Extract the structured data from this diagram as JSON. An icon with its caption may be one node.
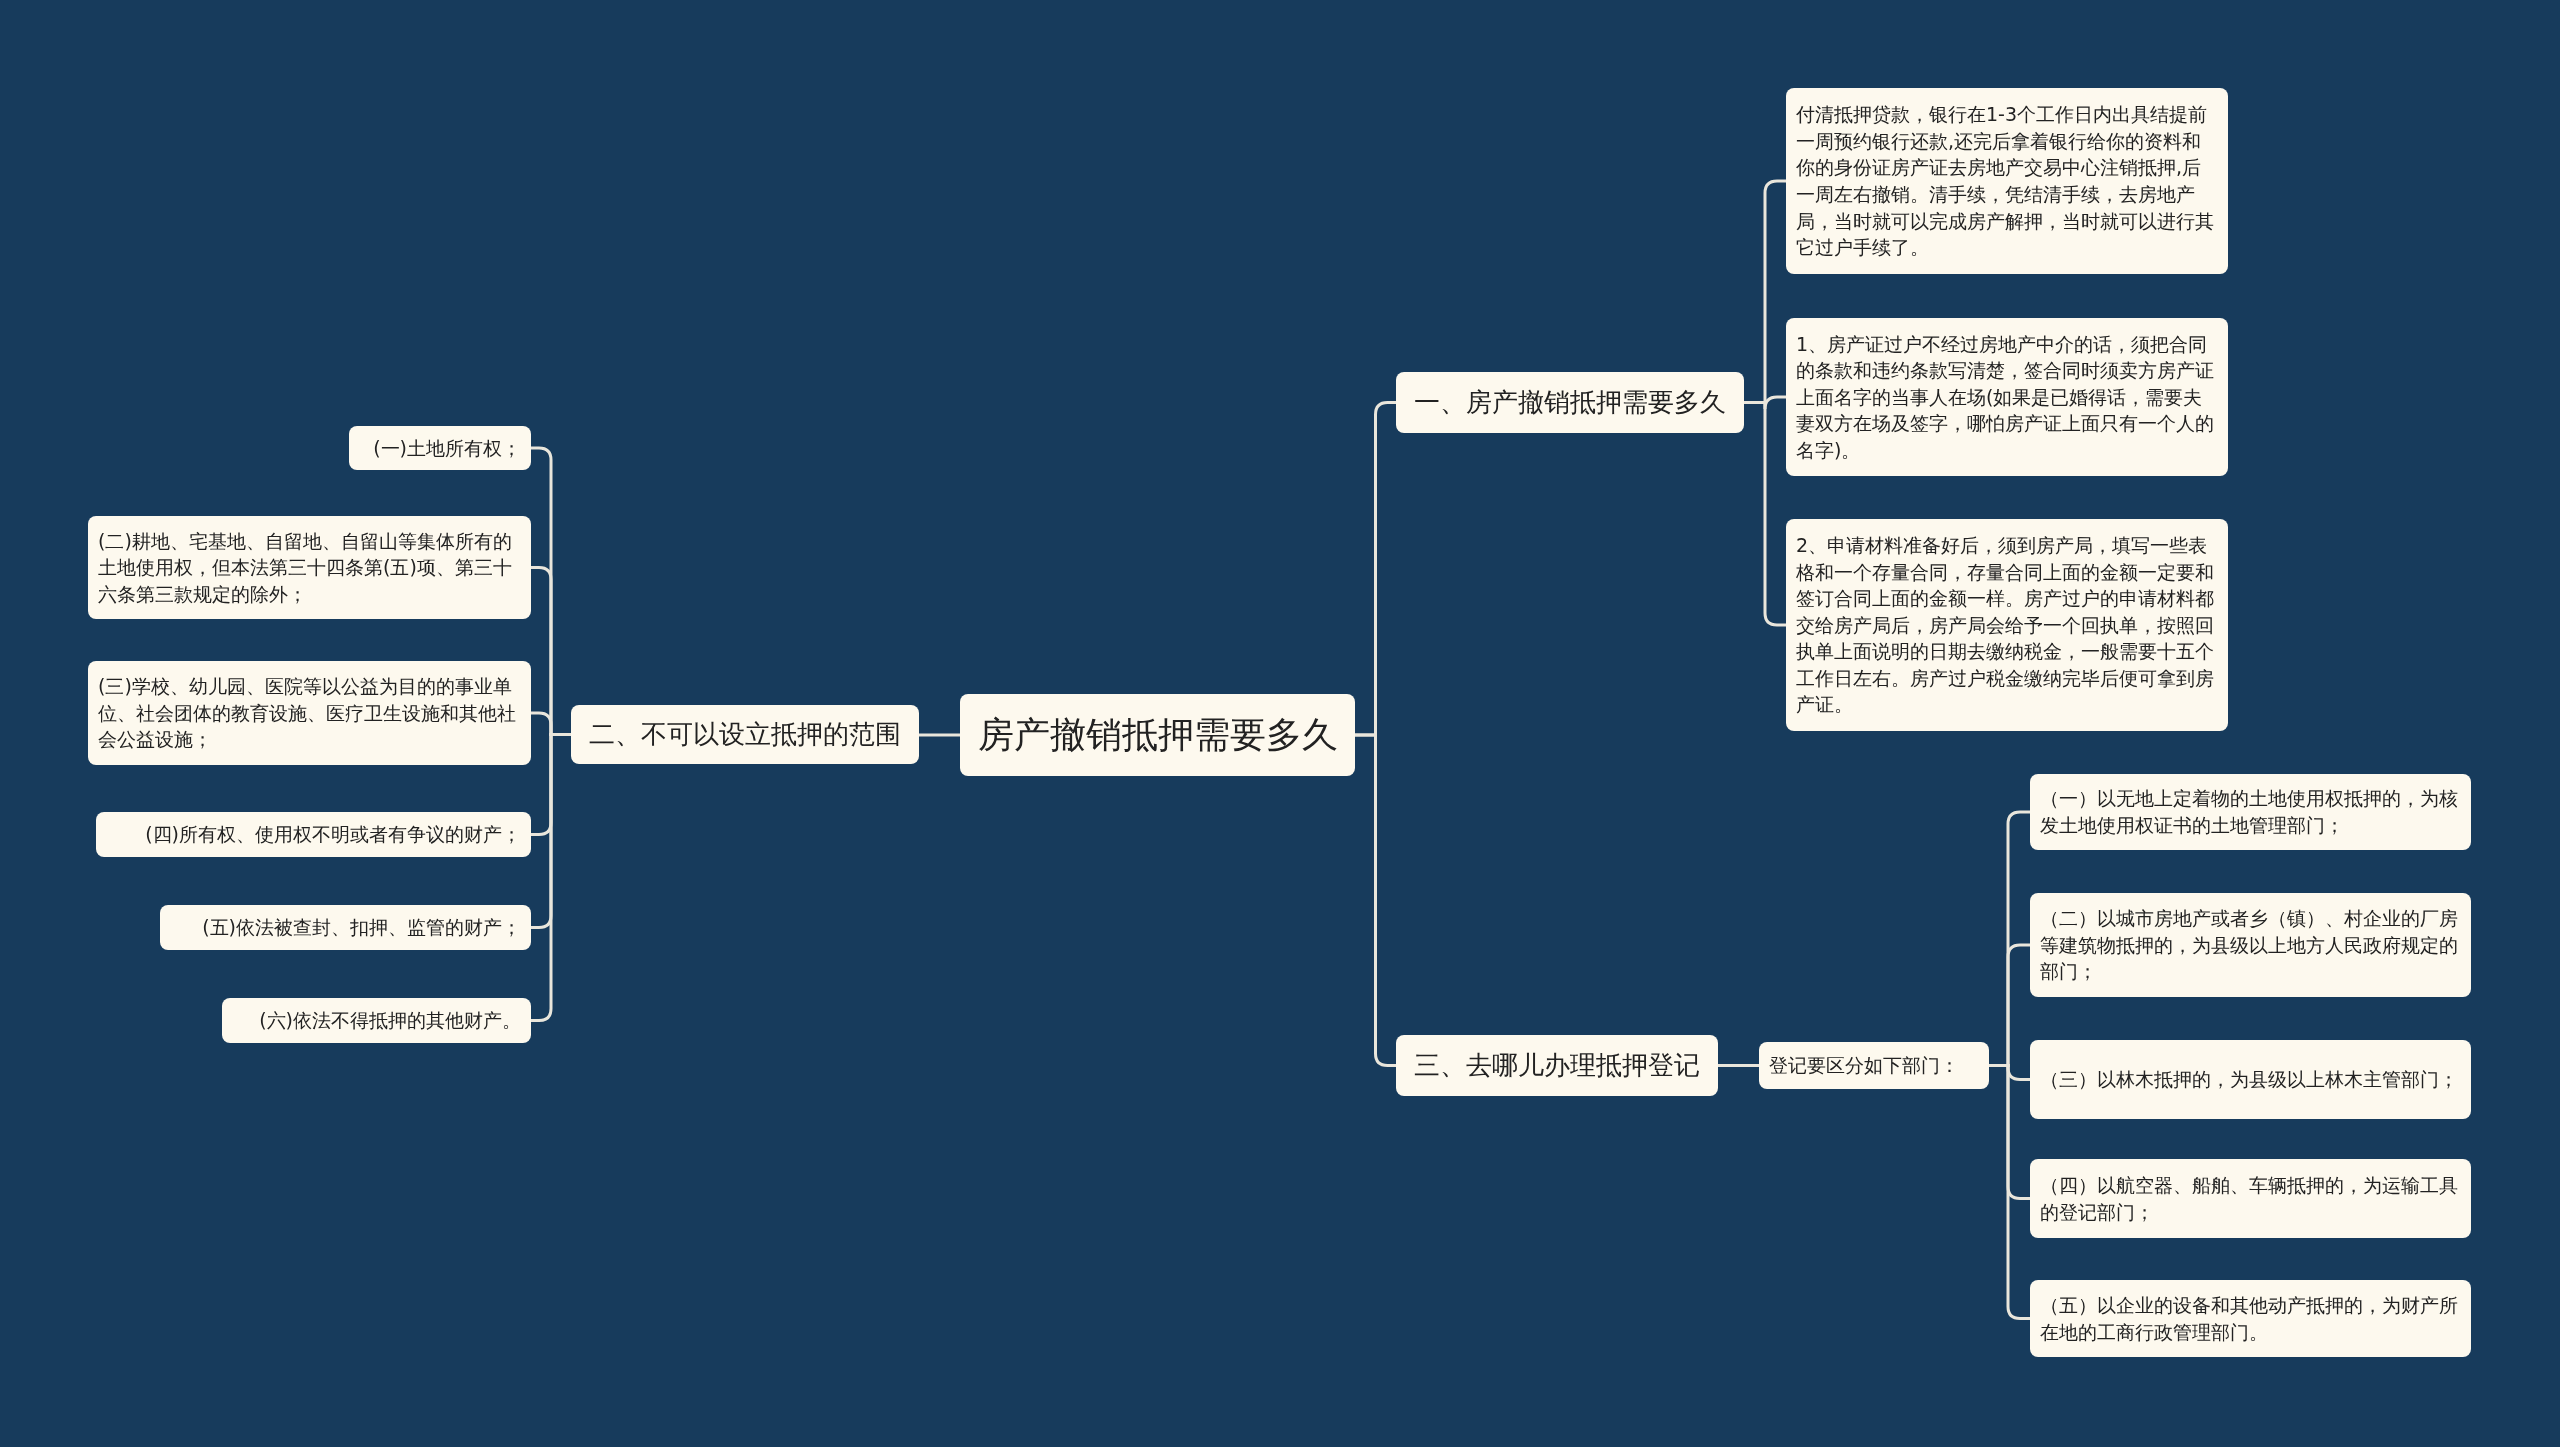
{
  "diagram": {
    "nodes": [
      {
        "text": [
          "房产撤销抵押需要多久"
        ]
      },
      {
        "text": [
          "一、房产撤销抵押需要多久"
        ]
      },
      {
        "text": [
          "付清抵押贷款，银行在1-3个工作日内出具结提前一周预约银行还款,还完后拿着银行给你的资料和你的身份证房产证去房地产交易中心注销抵押,后一周左右撤销。清手续，凭结清手续，去房地产局，当时就可以完成房产解押，当时就可以进行其它过户手续了。"
        ]
      },
      {
        "text": [
          "1、房产证过户不经过房地产中介的话，须把合同的条款和违约条款写清楚，签合同时须卖方房产证上面名字的当事人在场(如果是已婚得话，需要夫妻双方在场及签字，哪怕房产证上面只有一个人的名字)。"
        ]
      },
      {
        "text": [
          "2、申请材料准备好后，须到房产局，填写一些表格和一个存量合同，存量合同上面的金额一定要和签订合同上面的金额一样。房产过户的申请材料都交给房产局后，房产局会给予一个回执单，按照回执单上面说明的日期去缴纳税金，一般需要十五个工作日左右。房产过户税金缴纳完毕后便可拿到房产证。"
        ]
      },
      {
        "text": [
          "二、不可以设立抵押的范围"
        ]
      },
      {
        "text": [
          "(一)土地所有权；"
        ]
      },
      {
        "text": [
          "(二)耕地、宅基地、自留地、自留山等集体所有的土地使用权，但本法第三十四条第(五)项、第三十六条第三款规定的除外；"
        ]
      },
      {
        "text": [
          "(三)学校、幼儿园、医院等以公益为目的的事业单位、社会团体的教育设施、医疗卫生设施和其他社会公益设施；"
        ]
      },
      {
        "text": [
          "(四)所有权、使用权不明或者有争议的财产；"
        ]
      },
      {
        "text": [
          "(五)依法被查封、扣押、监管的财产；"
        ]
      },
      {
        "text": [
          "(六)依法不得抵押的其他财产。"
        ]
      },
      {
        "text": [
          "三、去哪儿办理抵押登记"
        ]
      },
      {
        "text": [
          "登记要区分如下部门："
        ]
      },
      {
        "text": [
          "（一）以无地上定着物的土地使用权抵押的，为核发土地使用权证书的土地管理部门；"
        ]
      },
      {
        "text": [
          "（二）以城市房地产或者乡（镇）、村企业的厂房等建筑物抵押的，为县级以上地方人民政府规定的部门；"
        ]
      },
      {
        "text": [
          "（三）以林木抵押的，为县级以上林木主管部门；"
        ]
      },
      {
        "text": [
          "（四）以航空器、船舶、车辆抵押的，为运输工具的登记部门；"
        ]
      },
      {
        "text": [
          "（五）以企业的设备和其他动产抵押的，为财产所在地的工商行政管理部门。"
        ]
      }
    ],
    "edges": [
      {
        "from": 0,
        "to": 1,
        "arrow": "none"
      },
      {
        "from": 1,
        "to": 2,
        "arrow": "none"
      },
      {
        "from": 1,
        "to": 3,
        "arrow": "none"
      },
      {
        "from": 1,
        "to": 4,
        "arrow": "none"
      },
      {
        "from": 0,
        "to": 5,
        "arrow": "none"
      },
      {
        "from": 5,
        "to": 6,
        "arrow": "none"
      },
      {
        "from": 5,
        "to": 7,
        "arrow": "none"
      },
      {
        "from": 5,
        "to": 8,
        "arrow": "none"
      },
      {
        "from": 5,
        "to": 9,
        "arrow": "none"
      },
      {
        "from": 5,
        "to": 10,
        "arrow": "none"
      },
      {
        "from": 5,
        "to": 11,
        "arrow": "none"
      },
      {
        "from": 0,
        "to": 12,
        "arrow": "none"
      },
      {
        "from": 12,
        "to": 13,
        "arrow": "none"
      },
      {
        "from": 13,
        "to": 14,
        "arrow": "none"
      },
      {
        "from": 13,
        "to": 15,
        "arrow": "none"
      },
      {
        "from": 13,
        "to": 16,
        "arrow": "none"
      },
      {
        "from": 13,
        "to": 17,
        "arrow": "none"
      },
      {
        "from": 13,
        "to": 18,
        "arrow": "none"
      }
    ]
  }
}
